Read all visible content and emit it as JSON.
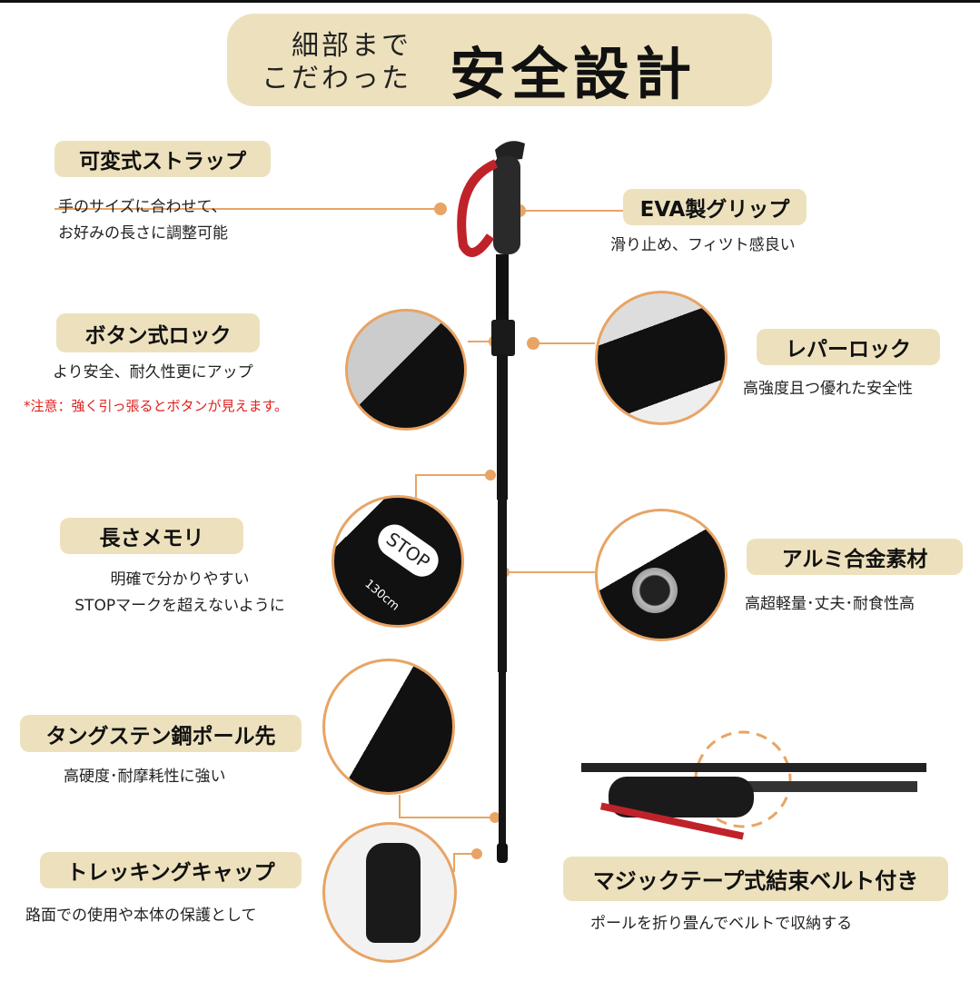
{
  "title": {
    "small_line1": "細部まで",
    "small_line2": "こだわった",
    "main": "安全設計"
  },
  "features": [
    {
      "label": "可変式ストラップ",
      "desc": [
        "手のサイズに合わせて、",
        "お好みの長さに調整可能"
      ]
    },
    {
      "label": "EVA製グリップ",
      "desc": [
        "滑り止め、フィツト感良い"
      ]
    },
    {
      "label": "ボタン式ロック",
      "desc": [
        "より安全、耐久性更にアップ"
      ],
      "note": "*注意：強く引っ張るとボタンが見えます。"
    },
    {
      "label": "レパーロック",
      "desc": [
        "高強度且つ優れた安全性"
      ]
    },
    {
      "label": "長さメモリ",
      "desc": [
        "明確で分かりやすい",
        "STOPマークを超えないように"
      ]
    },
    {
      "label": "アルミ合金素材",
      "desc": [
        "高超軽量･丈夫･耐食性高"
      ]
    },
    {
      "label": "タングステン鋼ポール先",
      "desc": [
        "高硬度･耐摩耗性に強い"
      ]
    },
    {
      "label": "トレッキングキャップ",
      "desc": [
        "路面での使用や本体の保護として"
      ]
    },
    {
      "label": "マジックテープ式結束ベルト付き",
      "desc": [
        "ポールを折り畳んでベルトで収納する"
      ]
    }
  ],
  "stop_mark": {
    "text": "STOP",
    "length": "130cm"
  },
  "colors": {
    "pill": "#ede1bd",
    "accent": "#e8a465",
    "note": "#e0201c"
  }
}
